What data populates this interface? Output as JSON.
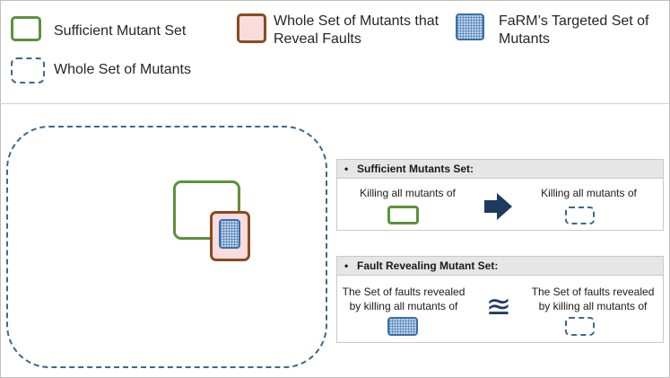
{
  "legend": {
    "sufficient": "Sufficient Mutant Set",
    "whole_reveal": "Whole Set of Mutants that Reveal Faults",
    "farm_targeted": "FaRM’s Targeted Set of Mutants",
    "whole": "Whole Set of Mutants"
  },
  "panels": {
    "sufficient": {
      "title": "Sufficient Mutants Set:",
      "left_text": "Killing all mutants of",
      "right_text": "Killing all mutants of"
    },
    "fault": {
      "title": "Fault Revealing Mutant Set:",
      "left_text": "The Set of faults revealed by killing all mutants of",
      "right_text": "The Set of faults revealed by killing all mutants of",
      "relation_symbol": "≊"
    }
  },
  "colors": {
    "green": "#5e913a",
    "brown": "#8b4a1f",
    "pink_fill": "#f9dcdc",
    "blue": "#3b6ea9",
    "dash": "#3f6889",
    "arrow": "#1f3a5f"
  }
}
